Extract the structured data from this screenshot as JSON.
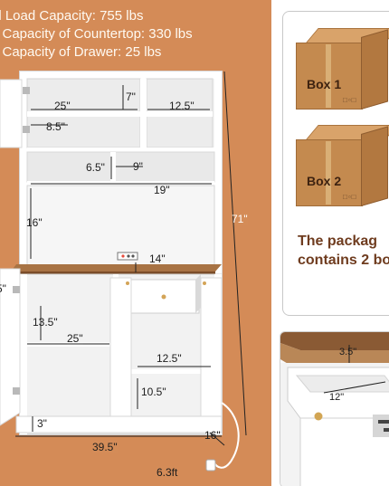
{
  "capacity": {
    "line1": "al Load Capacity: 755 lbs",
    "line2": "d Capacity of Countertop: 330 lbs",
    "line3": "d Capacity of Drawer: 25 lbs"
  },
  "dimensions": {
    "upper_width": "25\"",
    "upper_height": "7\"",
    "upper_depth": "12.5\"",
    "upper_side": "8.5\"",
    "mid_shelf": "6.5\"",
    "mid_right": "9\"",
    "mid_width": "19\"",
    "hutch_height": "16\"",
    "total_height": "71\"",
    "counter_depth": "14\"",
    "left_side": "5\"",
    "lower_height": "13.5\"",
    "lower_width": "25\"",
    "right_shelf_width": "12.5\"",
    "right_shelf_height": "10.5\"",
    "base_height": "3\"",
    "overall_width": "39.5\"",
    "overall_depth": "16\"",
    "cord": "6.3ft"
  },
  "packages": {
    "box1": "Box 1",
    "box2": "Box 2",
    "line1": "The packag",
    "line2": "contains 2 bo"
  },
  "detail": {
    "depth_small": "3.5\"",
    "drawer_depth": "12\""
  },
  "colors": {
    "left_bg": "#d48b57",
    "box": "#c48a4f",
    "text_brown": "#6f3c1f"
  }
}
